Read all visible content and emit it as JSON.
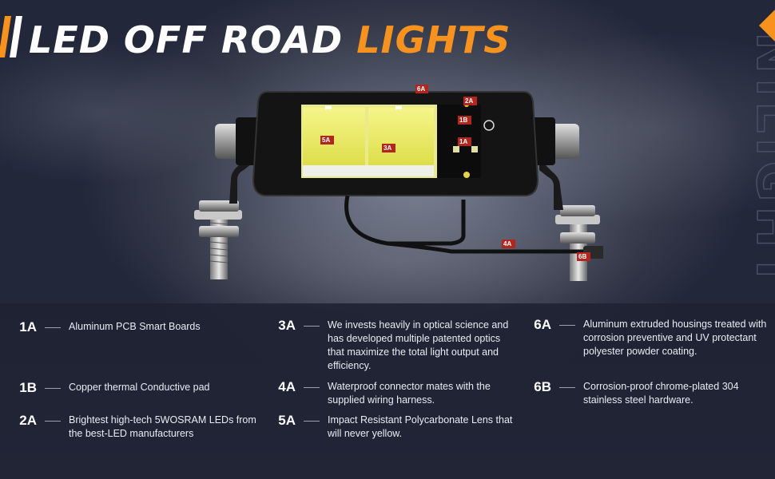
{
  "title": {
    "part1": "LED OFF ROAD",
    "part2": "LIGHTS"
  },
  "brand": {
    "watermark": "NILIGHT"
  },
  "colors": {
    "accent": "#f7921e",
    "background": "#2a2f40",
    "text": "#ffffff",
    "callout": "#b3261e"
  },
  "callouts": {
    "c6a_top": "6A",
    "c2a": "2A",
    "c1b": "1B",
    "c1a": "1A",
    "c5a": "5A",
    "c3a": "3A",
    "c4a": "4A",
    "c6b": "6B"
  },
  "specs": [
    {
      "code": "1A",
      "text": "Aluminum PCB Smart Boards"
    },
    {
      "code": "1B",
      "text": "Copper thermal Conductive pad"
    },
    {
      "code": "2A",
      "text": "Brightest high-tech 5WOSRAM LEDs from the best-LED manufacturers"
    },
    {
      "code": "3A",
      "text": "We invests heavily in optical science and has developed multiple patented optics that maximize the total light output and efficiency."
    },
    {
      "code": "4A",
      "text": "Waterproof connector mates with the supplied wiring harness."
    },
    {
      "code": "5A",
      "text": "Impact Resistant Polycarbonate Lens that will never yellow."
    },
    {
      "code": "6A",
      "text": "Aluminum extruded housings treated with corrosion preventive and UV protectant polyester powder coating."
    },
    {
      "code": "6B",
      "text": "Corrosion-proof chrome-plated 304 stainless steel hardware."
    }
  ]
}
